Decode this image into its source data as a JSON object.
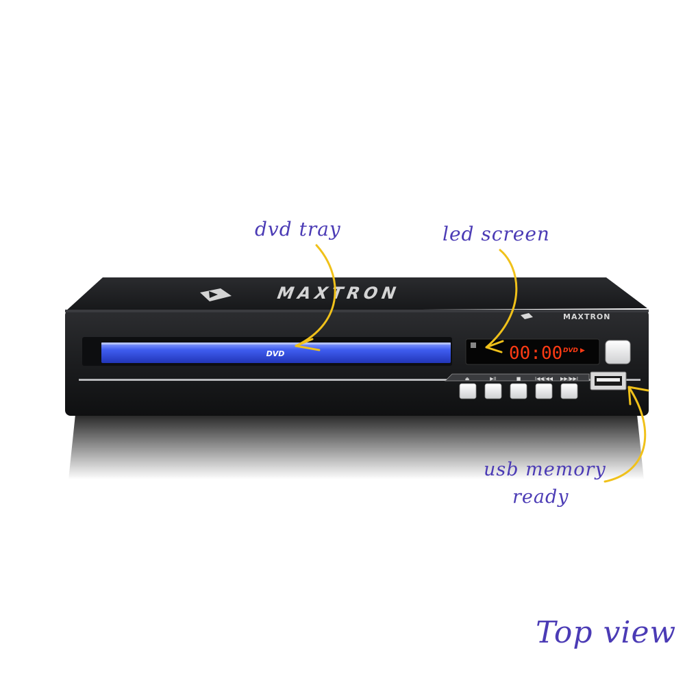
{
  "product": {
    "brand": "MAXTRON",
    "tray_logo": "DVD",
    "display_time": "00:00",
    "display_mode": "DVD ▶",
    "buttons": [
      {
        "icon": "eject-icon",
        "symbol": "⏏"
      },
      {
        "icon": "play-pause-icon",
        "symbol": "▶II"
      },
      {
        "icon": "stop-icon",
        "symbol": "■"
      },
      {
        "icon": "previous-rewind-icon",
        "symbol": "I◀◀/◀◀"
      },
      {
        "icon": "forward-next-icon",
        "symbol": "▶▶/▶▶I"
      }
    ]
  },
  "annotations": {
    "dvd_tray": "dvd tray",
    "led_screen": "led screen",
    "usb_line1": "usb memory",
    "usb_line2": "ready"
  },
  "caption": "Top view",
  "colors": {
    "body": "#1e1f21",
    "tray_glow": "#3f5df0",
    "led_digits": "#ff3b14",
    "annotation_text": "#4b3bb5",
    "arrow": "#f0c11a"
  }
}
